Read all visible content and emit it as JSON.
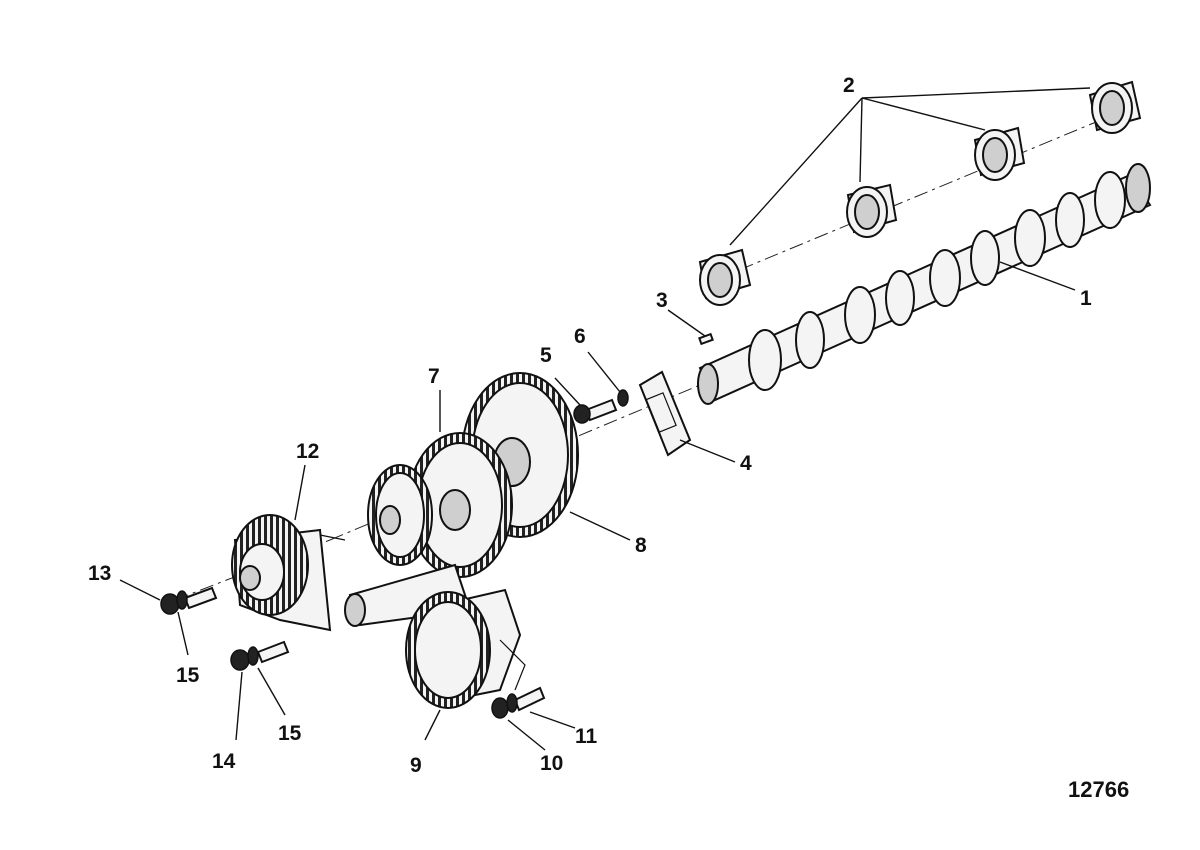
{
  "callouts": {
    "c1": "1",
    "c2": "2",
    "c3": "3",
    "c4": "4",
    "c5": "5",
    "c6": "6",
    "c7": "7",
    "c8": "8",
    "c9": "9",
    "c10": "10",
    "c11": "11",
    "c12": "12",
    "c13": "13",
    "c14": "14",
    "c15a": "15",
    "c15b": "15"
  },
  "figure_number": "12766"
}
